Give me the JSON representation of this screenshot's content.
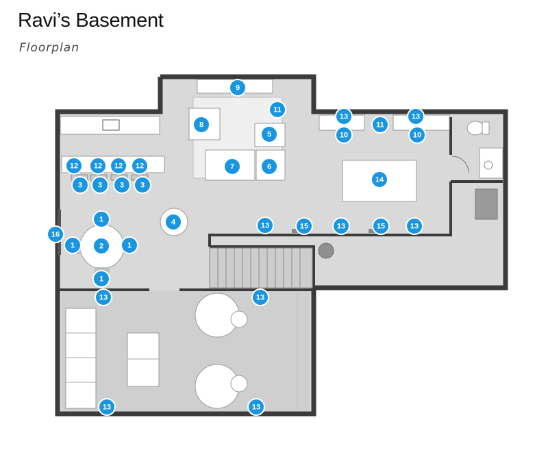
{
  "header": {
    "title": "Ravi’s Basement",
    "subtitle": "Floorplan"
  },
  "colors": {
    "marker": "#1a95e0",
    "floor": "#d7d7d7",
    "wall": "#3a3a3a"
  },
  "markers": [
    "9",
    "11",
    "8",
    "5",
    "7",
    "6",
    "13",
    "10",
    "11",
    "13",
    "10",
    "12",
    "12",
    "12",
    "12",
    "3",
    "3",
    "3",
    "3",
    "14",
    "4",
    "1",
    "16",
    "1",
    "2",
    "1",
    "1",
    "13",
    "15",
    "13",
    "15",
    "13",
    "13",
    "13",
    "13",
    "13"
  ]
}
